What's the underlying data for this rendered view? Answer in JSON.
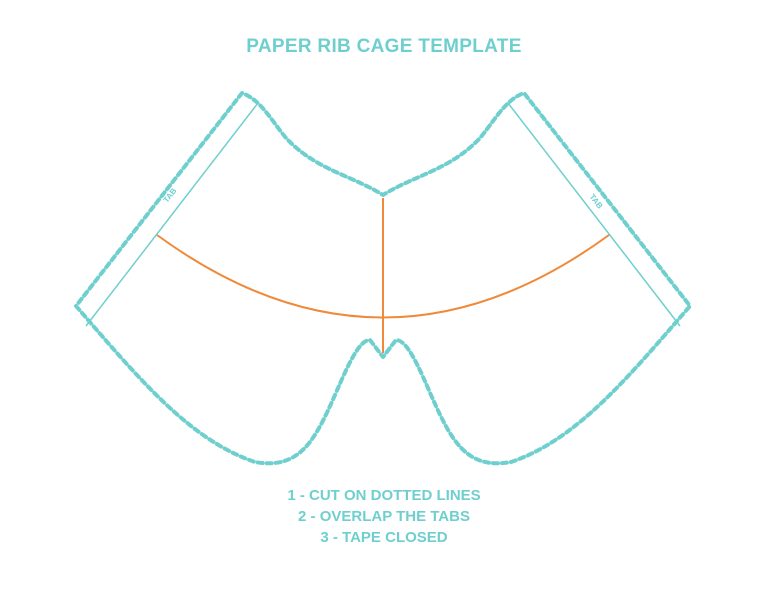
{
  "title": "PAPER RIB CAGE TEMPLATE",
  "tab_label_left": "TAB",
  "tab_label_right": "TAB",
  "instructions": [
    "1 - CUT ON DOTTED LINES",
    "2 - OVERLAP THE TABS",
    "3 - TAPE CLOSED"
  ],
  "colors": {
    "teal": "#6fcfcf",
    "orange": "#ef8a3a"
  }
}
